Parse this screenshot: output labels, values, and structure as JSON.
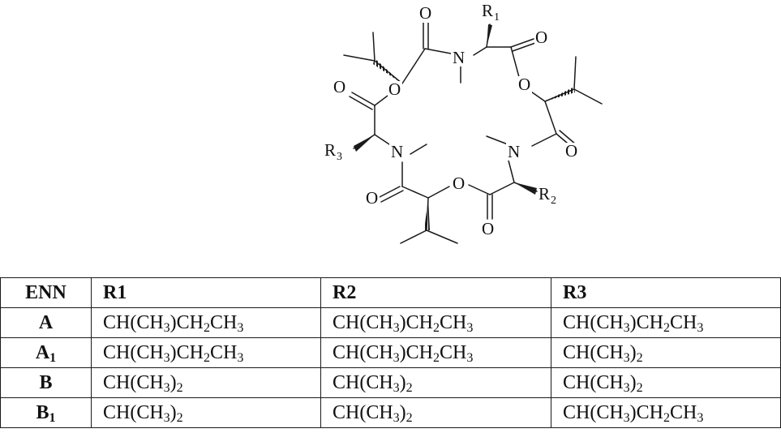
{
  "structure": {
    "atoms": {
      "o_top_left_carbonyl": "O",
      "n_top": "N",
      "r1_label": "R",
      "r1_sub": "1",
      "o_top_right_carbonyl": "O",
      "o_left_ester": "O",
      "o_right_ester": "O",
      "o_left_carbonyl": "O",
      "o_right_carbonyl": "O",
      "n_left": "N",
      "r3_label": "R",
      "r3_sub": "3",
      "n_right": "N",
      "o_bottom_left_carbonyl": "O",
      "o_bottom_ester": "O",
      "r2_label": "R",
      "r2_sub": "2",
      "o_bottom_carbonyl": "O"
    }
  },
  "table": {
    "headers": [
      "ENN",
      "R1",
      "R2",
      "R3"
    ],
    "rows": [
      {
        "enn": {
          "main": "A",
          "sub": ""
        },
        "r1": [
          {
            "t": "CH(CH"
          },
          {
            "s": "3"
          },
          {
            "t": ")CH"
          },
          {
            "s": "2"
          },
          {
            "t": "CH"
          },
          {
            "s": "3"
          }
        ],
        "r2": [
          {
            "t": "CH(CH"
          },
          {
            "s": "3"
          },
          {
            "t": ")CH"
          },
          {
            "s": "2"
          },
          {
            "t": "CH"
          },
          {
            "s": "3"
          }
        ],
        "r3": [
          {
            "t": "CH(CH"
          },
          {
            "s": "3"
          },
          {
            "t": ")CH"
          },
          {
            "s": "2"
          },
          {
            "t": "CH"
          },
          {
            "s": "3"
          }
        ]
      },
      {
        "enn": {
          "main": "A",
          "sub": "1"
        },
        "r1": [
          {
            "t": "CH(CH"
          },
          {
            "s": "3"
          },
          {
            "t": ")CH"
          },
          {
            "s": "2"
          },
          {
            "t": "CH"
          },
          {
            "s": "3"
          }
        ],
        "r2": [
          {
            "t": "CH(CH"
          },
          {
            "s": "3"
          },
          {
            "t": ")CH"
          },
          {
            "s": "2"
          },
          {
            "t": "CH"
          },
          {
            "s": "3"
          }
        ],
        "r3": [
          {
            "t": "CH(CH"
          },
          {
            "s": "3"
          },
          {
            "t": ")"
          },
          {
            "s": "2"
          }
        ]
      },
      {
        "enn": {
          "main": "B",
          "sub": ""
        },
        "r1": [
          {
            "t": "CH(CH"
          },
          {
            "s": "3"
          },
          {
            "t": ")"
          },
          {
            "s": "2"
          }
        ],
        "r2": [
          {
            "t": "CH(CH"
          },
          {
            "s": "3"
          },
          {
            "t": ")"
          },
          {
            "s": "2"
          }
        ],
        "r3": [
          {
            "t": "CH(CH"
          },
          {
            "s": "3"
          },
          {
            "t": ")"
          },
          {
            "s": "2"
          }
        ]
      },
      {
        "enn": {
          "main": "B",
          "sub": "1"
        },
        "r1": [
          {
            "t": "CH(CH"
          },
          {
            "s": "3"
          },
          {
            "t": ")"
          },
          {
            "s": "2"
          }
        ],
        "r2": [
          {
            "t": "CH(CH"
          },
          {
            "s": "3"
          },
          {
            "t": ")"
          },
          {
            "s": "2"
          }
        ],
        "r3": [
          {
            "t": "CH(CH"
          },
          {
            "s": "3"
          },
          {
            "t": ")CH"
          },
          {
            "s": "2"
          },
          {
            "t": "CH"
          },
          {
            "s": "3"
          }
        ]
      }
    ]
  }
}
